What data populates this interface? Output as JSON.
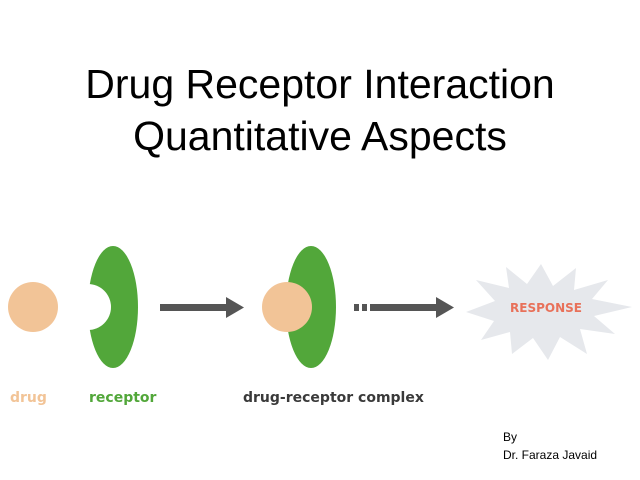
{
  "slide": {
    "title_line1": "Drug Receptor Interaction",
    "title_line2": "Quantitative Aspects"
  },
  "diagram": {
    "labels": {
      "drug": "drug",
      "receptor": "receptor",
      "complex": "drug-receptor complex",
      "response": "RESPONSE"
    },
    "colors": {
      "drug": "#f2c497",
      "receptor": "#52a73a",
      "arrow": "#555555",
      "burst": "#e6e8ec",
      "response_text": "#e8715a",
      "complex_label": "#3a3a3a"
    }
  },
  "byline": {
    "by": "By",
    "author": "Dr. Faraza Javaid"
  }
}
